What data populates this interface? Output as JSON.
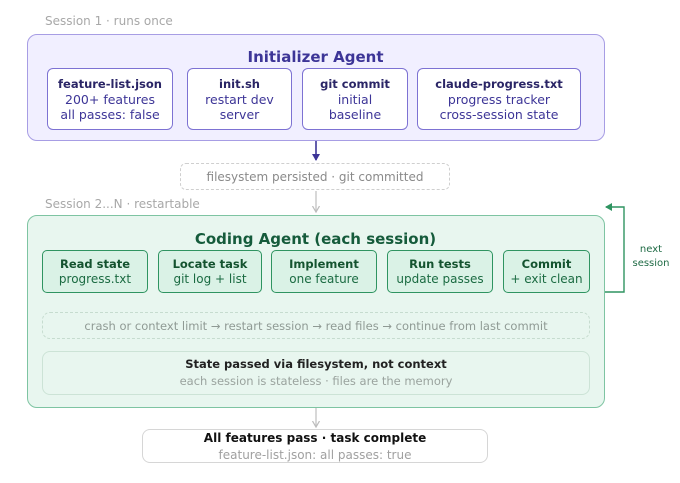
{
  "session1": {
    "label": "Session 1 · runs once",
    "title": "Initializer Agent",
    "artifacts": [
      {
        "title": "feature-list.json",
        "lines": [
          "200+ features",
          "all passes: false"
        ]
      },
      {
        "title": "init.sh",
        "lines": [
          "restart dev",
          "server"
        ]
      },
      {
        "title": "git commit",
        "lines": [
          "initial",
          "baseline"
        ]
      },
      {
        "title": "claude-progress.txt",
        "lines": [
          "progress tracker",
          "cross-session state"
        ]
      }
    ]
  },
  "persist": {
    "text": "filesystem persisted · git committed"
  },
  "session2": {
    "label": "Session 2...N · restartable",
    "title": "Coding Agent (each session)",
    "steps": [
      {
        "title": "Read state",
        "line": "progress.txt"
      },
      {
        "title": "Locate task",
        "line": "git log + list"
      },
      {
        "title": "Implement",
        "line": "one feature"
      },
      {
        "title": "Run tests",
        "line": "update passes"
      },
      {
        "title": "Commit",
        "line": "+ exit clean"
      }
    ],
    "crash": "crash or context limit → restart session → read files → continue from last commit",
    "state": {
      "title": "State passed via filesystem, not context",
      "subtitle": "each session is stateless · files are the memory"
    },
    "loop_label": [
      "next",
      "session"
    ]
  },
  "final": {
    "title": "All features pass · task complete",
    "subtitle": "feature-list.json: all passes: true"
  },
  "colors": {
    "init_border": "#a79de4",
    "init_fill": "#f1efff",
    "init_arrow": "#3d3597",
    "code_border": "#7ec4a2",
    "code_fill": "#e8f6ef",
    "step_border": "#2f9461",
    "gray_arrow": "#bdbdbd"
  }
}
